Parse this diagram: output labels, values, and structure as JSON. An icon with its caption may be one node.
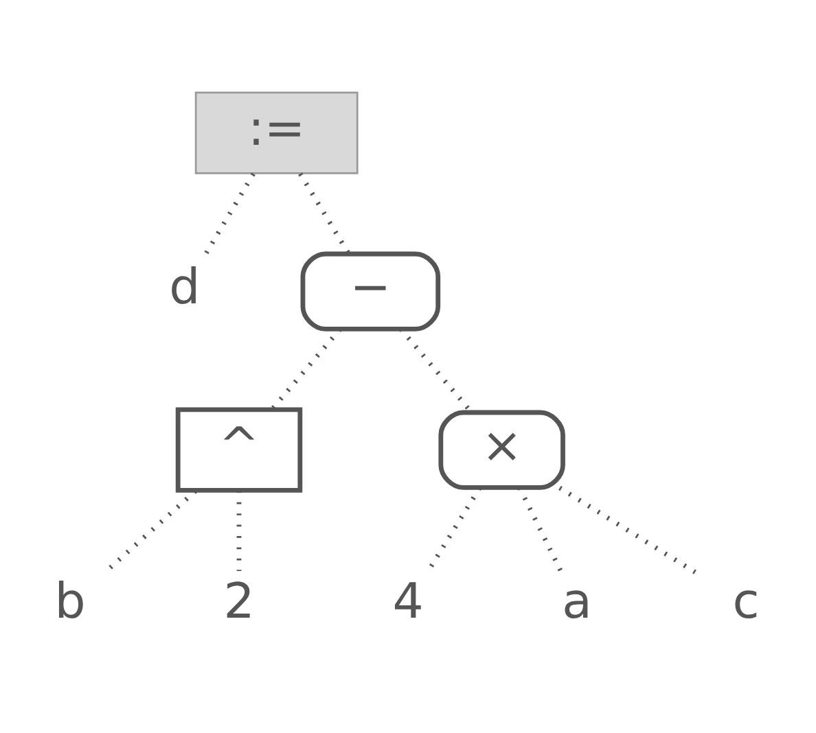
{
  "diagram": {
    "nodes": [
      {
        "text": [
          ":="
        ]
      },
      {
        "text": [
          "d"
        ]
      },
      {
        "text": [
          "−"
        ]
      },
      {
        "text": [
          "^"
        ]
      },
      {
        "text": [
          "×"
        ]
      },
      {
        "text": [
          "b"
        ]
      },
      {
        "text": [
          "2"
        ]
      },
      {
        "text": [
          "4"
        ]
      },
      {
        "text": [
          "a"
        ]
      },
      {
        "text": [
          "c"
        ]
      }
    ],
    "edges": [
      {
        "from": 0,
        "to": 1,
        "arrow": "none"
      },
      {
        "from": 0,
        "to": 2,
        "arrow": "none"
      },
      {
        "from": 2,
        "to": 3,
        "arrow": "none"
      },
      {
        "from": 2,
        "to": 4,
        "arrow": "none"
      },
      {
        "from": 3,
        "to": 5,
        "arrow": "none"
      },
      {
        "from": 3,
        "to": 6,
        "arrow": "none"
      },
      {
        "from": 4,
        "to": 7,
        "arrow": "none"
      },
      {
        "from": 4,
        "to": 8,
        "arrow": "none"
      },
      {
        "from": 4,
        "to": 9,
        "arrow": "none"
      }
    ]
  }
}
